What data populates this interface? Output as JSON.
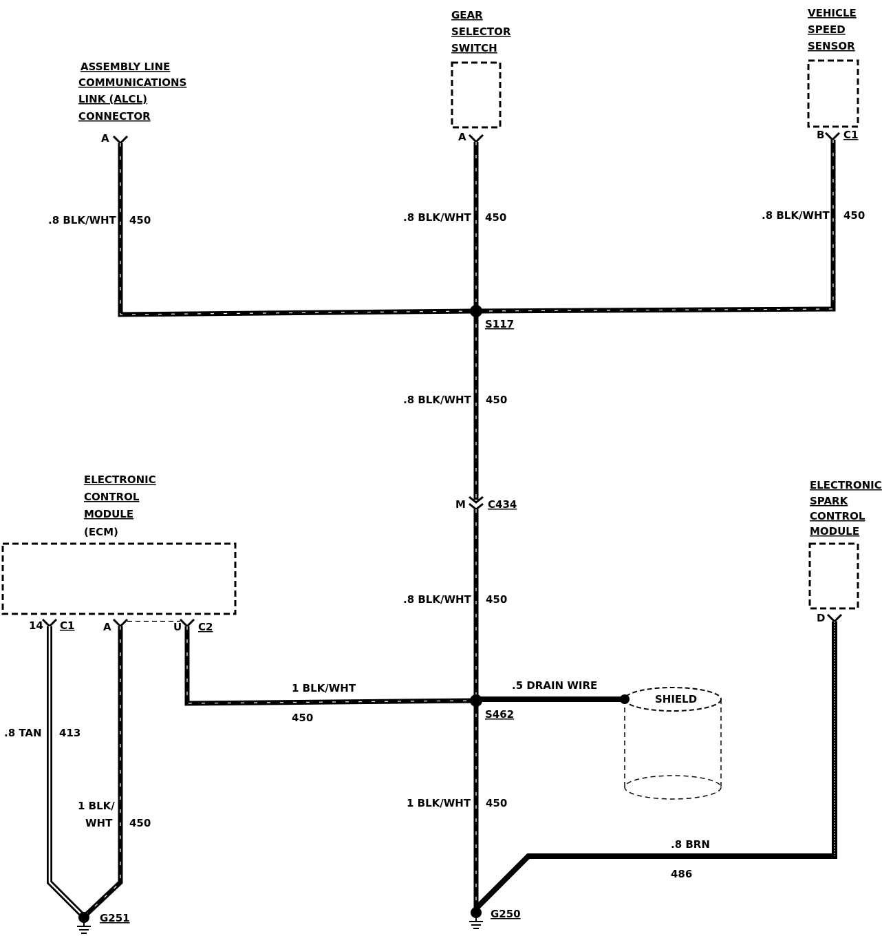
{
  "components": {
    "alcl": [
      "ASSEMBLY LINE",
      "COMMUNICATIONS",
      "LINK (ALCL)",
      "CONNECTOR"
    ],
    "gear": [
      "GEAR",
      "SELECTOR",
      "SWITCH"
    ],
    "vss": [
      "VEHICLE",
      "SPEED",
      "SENSOR"
    ],
    "ecm": [
      "ELECTRONIC",
      "CONTROL",
      "MODULE",
      "(ECM)"
    ],
    "escm": [
      "ELECTRONIC",
      "SPARK",
      "CONTROL",
      "MODULE"
    ],
    "shield": "SHIELD"
  },
  "pins": {
    "alcl": "A",
    "gear": "A",
    "vss_pin": "B",
    "vss_conn": "C1",
    "c434_pin": "M",
    "c434_conn": "C434",
    "ecm_tan_pin": "14",
    "ecm_tan_conn": "C1",
    "ecm_blk_pin": "A",
    "ecm_u_pin": "U",
    "ecm_u_conn": "C2",
    "escm_pin": "D"
  },
  "splices": {
    "s117": "S117",
    "s462": "S462"
  },
  "grounds": {
    "g251": "G251",
    "g250": "G250"
  },
  "wires": {
    "alcl": {
      "gauge_color": ".8 BLK/WHT",
      "circuit": "450"
    },
    "gear": {
      "gauge_color": ".8 BLK/WHT",
      "circuit": "450"
    },
    "vss": {
      "gauge_color": ".8 BLK/WHT",
      "circuit": "450"
    },
    "s117_c434": {
      "gauge_color": ".8 BLK/WHT",
      "circuit": "450"
    },
    "c434_s462": {
      "gauge_color": ".8 BLK/WHT",
      "circuit": "450"
    },
    "ecm_u": {
      "gauge_color": "1 BLK/WHT",
      "circuit": "450"
    },
    "drain": {
      "gauge_color": ".5 DRAIN WIRE"
    },
    "s462_g250": {
      "gauge_color": "1 BLK/WHT",
      "circuit": "450"
    },
    "ecm_tan": {
      "gauge_color": ".8 TAN",
      "circuit": "413"
    },
    "ecm_blk": {
      "gauge_line1": "1 BLK/",
      "gauge_line2": "WHT",
      "circuit": "450"
    },
    "escm": {
      "gauge_color": ".8 BRN",
      "circuit": "486"
    }
  }
}
